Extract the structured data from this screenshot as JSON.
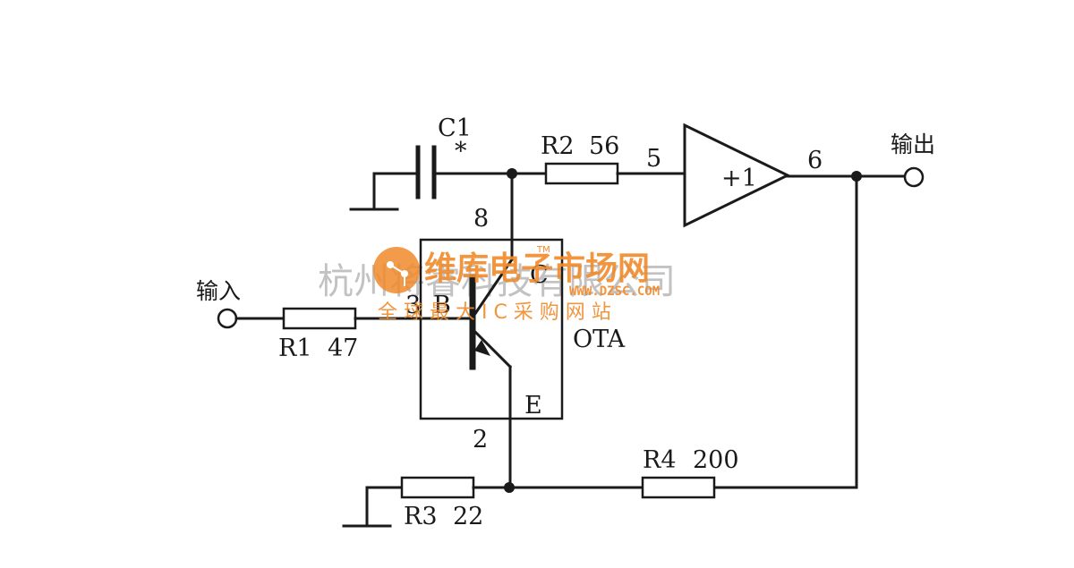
{
  "labels": {
    "c1": "C1",
    "c1_mark": "*",
    "r1": "R1",
    "r1_value": "47",
    "r2": "R2",
    "r2_value": "56",
    "r3": "R3",
    "r3_value": "22",
    "r4": "R4",
    "r4_value": "200",
    "pin8": "8",
    "pin3": "3",
    "pin2": "2",
    "pin5": "5",
    "pin6": "6",
    "base": "B",
    "collector": "C",
    "emitter": "E",
    "ota": "OTA",
    "buffer": "+1",
    "input": "输入",
    "output": "输出"
  },
  "watermark": {
    "company": "杭州将睿科技有限公司",
    "brand": "维库电子市场网",
    "url": "WWW.DZSC.COM",
    "slogan": "全 球 最 大 I C 采 购 网 站",
    "tm": "TM"
  },
  "colors": {
    "ink": "#1a1a1a",
    "watermark_brand": "#f08a2a",
    "watermark_company": "#b8b8b8"
  }
}
